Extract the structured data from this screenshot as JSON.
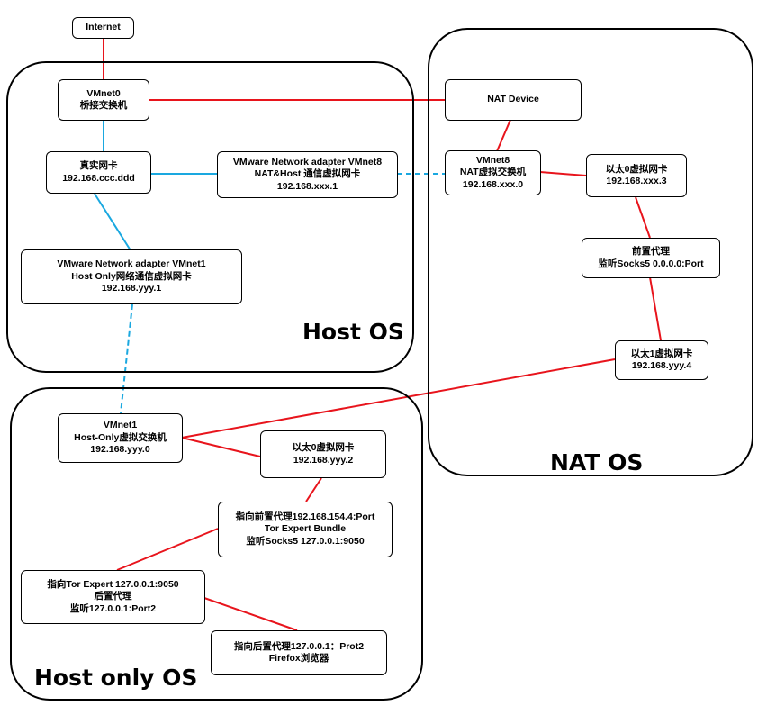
{
  "regions": {
    "host_os": "Host OS",
    "nat_os": "NAT OS",
    "host_only_os": "Host only OS"
  },
  "nodes": {
    "internet": [
      "Internet"
    ],
    "vmnet0": [
      "VMnet0",
      "桥接交换机"
    ],
    "real_nic": [
      "真实网卡",
      "192.168.ccc.ddd"
    ],
    "adapter_vmnet8": [
      "VMware Network adapter VMnet8",
      "NAT&Host 通信虚拟网卡",
      "192.168.xxx.1"
    ],
    "adapter_vmnet1": [
      "VMware Network adapter VMnet1",
      "Host Only网络通信虚拟网卡",
      "192.168.yyy.1"
    ],
    "nat_device": [
      "NAT Device"
    ],
    "vmnet8": [
      "VMnet8",
      "NAT虚拟交换机",
      "192.168.xxx.0"
    ],
    "nat_eth0": [
      "以太0虚拟网卡",
      "192.168.xxx.3"
    ],
    "front_proxy": [
      "前置代理",
      "监听Socks5 0.0.0.0:Port"
    ],
    "nat_eth1": [
      "以太1虚拟网卡",
      "192.168.yyy.4"
    ],
    "vmnet1": [
      "VMnet1",
      "Host-Only虚拟交换机",
      "192.168.yyy.0"
    ],
    "ho_eth0": [
      "以太0虚拟网卡",
      "192.168.yyy.2"
    ],
    "tor_bundle": [
      "指向前置代理192.168.154.4:Port",
      "Tor Expert Bundle",
      "监听Socks5 127.0.0.1:9050"
    ],
    "back_proxy": [
      "指向Tor Expert 127.0.0.1:9050",
      "后置代理",
      "监听127.0.0.1:Port2"
    ],
    "firefox": [
      "指向后置代理127.0.0.1：Prot2",
      "Firefox浏览器"
    ]
  },
  "colors": {
    "red_link": "#e8141c",
    "blue_link": "#1aa8e0",
    "border": "#000000"
  }
}
